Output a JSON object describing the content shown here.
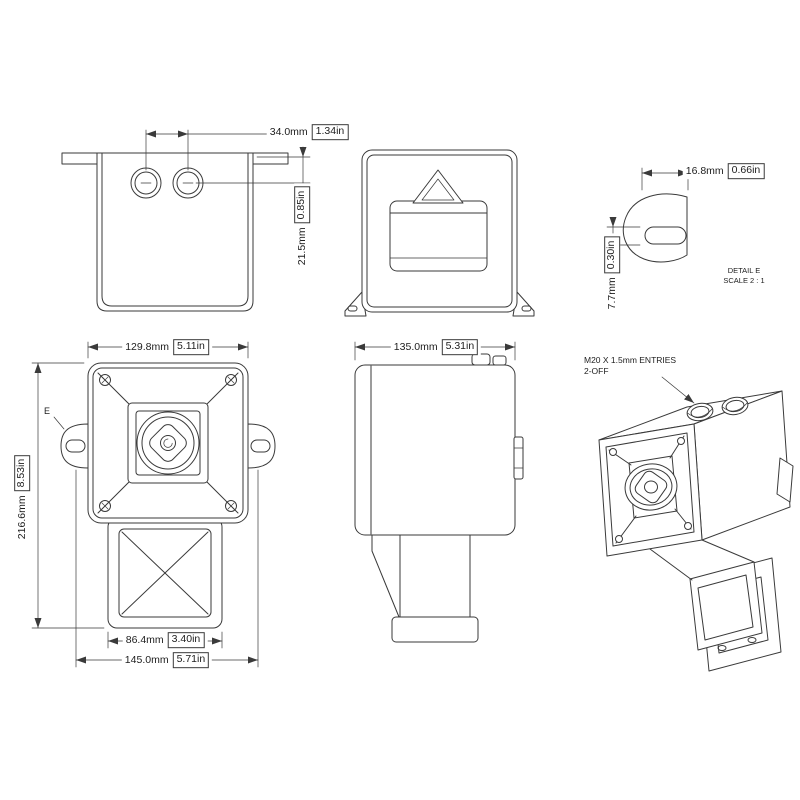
{
  "drawing": {
    "background": "#ffffff",
    "line_color": "#3a3a3a",
    "dimensions": {
      "gland_spacing": {
        "mm": "34.0mm",
        "in": "1.34in"
      },
      "gland_offset": {
        "mm": "21.5mm",
        "in": "0.85in"
      },
      "ear_width": {
        "mm": "16.8mm",
        "in": "0.66in"
      },
      "ear_slot_height": {
        "mm": "7.7mm",
        "in": "0.30in"
      },
      "body_width": {
        "mm": "129.8mm",
        "in": "5.11in"
      },
      "overall_height": {
        "mm": "216.6mm",
        "in": "8.53in"
      },
      "horn_width": {
        "mm": "86.4mm",
        "in": "3.40in"
      },
      "mounting_width": {
        "mm": "145.0mm",
        "in": "5.71in"
      },
      "body_depth": {
        "mm": "135.0mm",
        "in": "5.31in"
      }
    },
    "labels": {
      "detail_title": "DETAIL E",
      "detail_scale": "SCALE 2 : 1",
      "entries_note_line1": "M20 X 1.5mm ENTRIES",
      "entries_note_line2": "2-OFF",
      "detail_ref": "E"
    }
  }
}
